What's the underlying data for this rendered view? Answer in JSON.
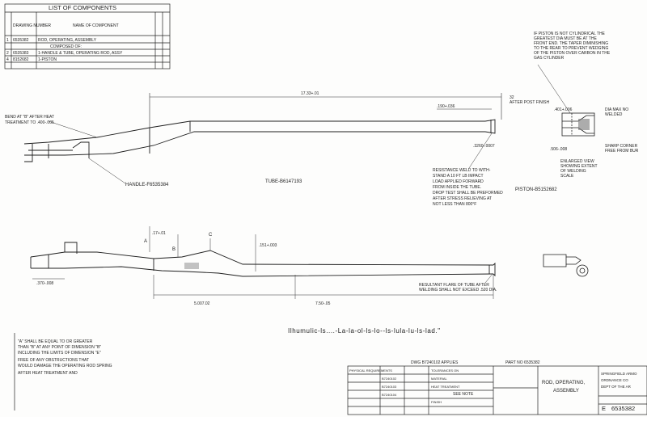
{
  "components": {
    "title": "LIST OF COMPONENTS",
    "header_drawing": "DRAWING NUMBER",
    "header_name": "NAME OF COMPONENT",
    "rows": [
      {
        "ref": "1",
        "number": "6535382",
        "name": "ROD, OPERATING, ASSEMBLY"
      },
      {
        "ref": "",
        "number": "",
        "name": "COMPOSED OF:"
      },
      {
        "ref": "2",
        "number": "6535383",
        "name": "1-HANDLE & TUBE, OPERATING ROD, ASSY"
      },
      {
        "ref": "4",
        "number": "8152682",
        "name": "1-PISTON"
      }
    ]
  },
  "notes": {
    "top_right": [
      "IF PISTON IS NOT CYLINDRICAL THE",
      "GREATEST DIA MUST BE AT THE",
      "FRONT END. THE TAPER DIMINISHING",
      "TO THE REAR TO PREVENT WEDGING",
      "OF THE PISTON OVER CARBON IN THE",
      "GAS CYLINDER"
    ],
    "bend": [
      "BEND AT \"B\" AFTER HEAT",
      "TREATMENT TO .400-.005"
    ],
    "resistance_weld": [
      "RESISTANCE WELD TO WITH-",
      "STAND A 10 FT LB IMPACT",
      "LOAD APPLIED FORWARD",
      "FROM INSIDE THE TUBE.",
      "DROP TEST SHALL BE PREFORMED",
      "AFTER STRESS RELIEVING AT",
      "NOT LESS THAN 800°F"
    ],
    "flare": [
      "RESULTANT FLARE OF TUBE AFTER",
      "WELDING SHALL NOT EXCEED .520 DIA."
    ],
    "enlarged_view": [
      "ENLARGED VIEW",
      "SHOWING EXTENT",
      "OF WELDING",
      "SCALE"
    ],
    "sharp_corner": [
      "SHARP CORNER",
      "FREE FROM BUR"
    ],
    "dia_welded": [
      "DIA MAX NO",
      "WELDED"
    ],
    "bottom_left": [
      "\"A\" SHALL BE EQUAL TO OR GREATER",
      "THAN \"B\" AT ANY POINT OF DIMENSION \"B\"",
      "INCLUDING THE LIMITS OF DIMENSION \"E\"",
      "FREE OF ANY OBSTRUCTIONS THAT",
      "WOULD DAMAGE THE OPERATING ROD SPRING",
      "AFTER HEAT TREATMENT AND"
    ]
  },
  "labels": {
    "handle": "HANDLE-F6535384",
    "tube": "TUBE-B6147193",
    "piston": "PISTON-B5152682",
    "after_post_finish": "AFTER POST FINISH",
    "dwg_applies": "DWG B7240102 APPLIES",
    "stamp_text": "Ilhumulic-ls....-La-la-ol-ls-lo--ls-lula-lu-ls-lad.\""
  },
  "dimensions": {
    "overall_length": "17.33+.01",
    "dim_190": ".190+.036",
    "dim_3260": ".3260-.0007",
    "dim_401": ".401+.006",
    "dim_506": ".506-.008",
    "dim_370": ".370-.008",
    "dim_5007": "5.007.02",
    "dim_750": "7.50-.05",
    "dim_151": ".151+.003",
    "dim_32": "32",
    "dim_17": ".17+.01",
    "label_a": "A",
    "label_b": "B",
    "label_c": "C"
  },
  "title_block": {
    "part_no": "PART NO 6535382",
    "title_line1": "ROD, OPERATING,",
    "title_line2": "ASSEMBLY",
    "agency_line1": "SPRINGFIELD ARMO",
    "agency_line2": "ORDNANCE CO",
    "agency_line3": "DEPT OF THE AR",
    "drawing_no": "6535382",
    "size": "E",
    "physical_requirements": "PHYSICAL REQUIREMENTS",
    "heat_treatment": "HEAT TREATMENT",
    "see_note": "SEE NOTE",
    "material": "MATERIAL",
    "tolerance": "TOLERANCES ON",
    "used_on": [
      "B7240102",
      "B7240103",
      "B7240104"
    ],
    "finish": "FINISH"
  }
}
